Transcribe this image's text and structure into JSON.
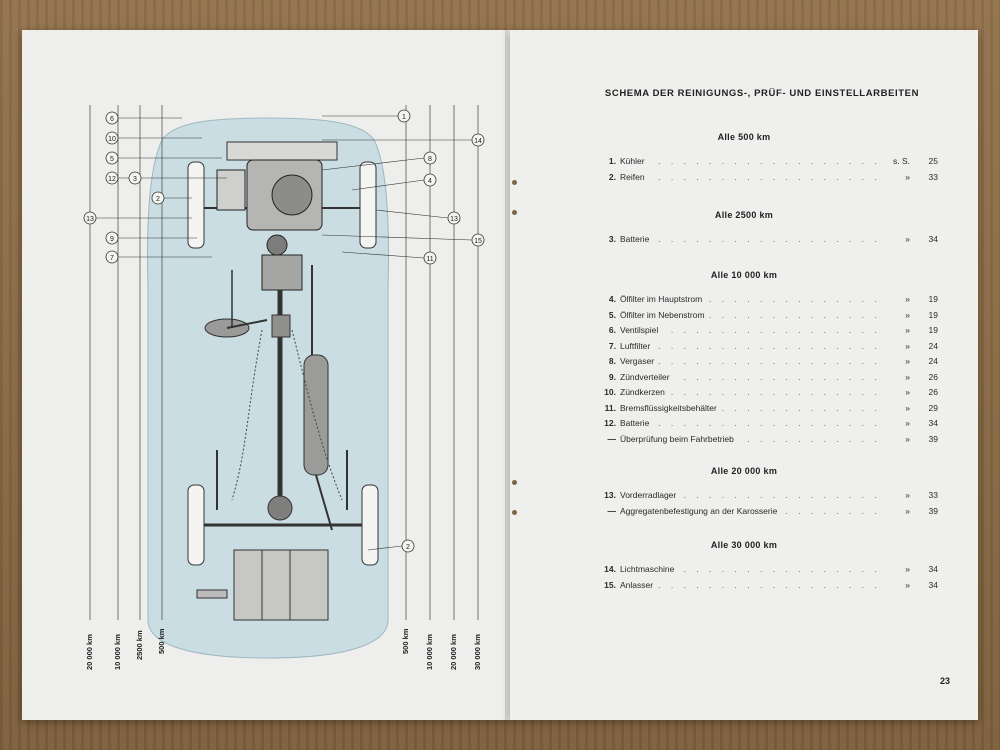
{
  "left_page": {
    "left_scale_labels": [
      "20 000 km",
      "10 000 km",
      "2500 km",
      "500 km"
    ],
    "right_scale_labels": [
      "500 km",
      "10 000 km",
      "20 000 km",
      "30 000 km"
    ],
    "left_callouts": [
      "6",
      "10",
      "5",
      "12",
      "3",
      "2",
      "13",
      "9",
      "7"
    ],
    "right_callouts": [
      "1",
      "14",
      "8",
      "4",
      "13",
      "15",
      "11",
      "2"
    ]
  },
  "right_page": {
    "title": "SCHEMA DER REINIGUNGS-, PRÜF- UND EINSTELLARBEITEN",
    "sections": [
      {
        "heading": "Alle 500 km",
        "items": [
          {
            "num": "1.",
            "label": "Kühler",
            "ref": "s. S.",
            "page": "25"
          },
          {
            "num": "2.",
            "label": "Reifen",
            "ref": "»",
            "page": "33"
          }
        ]
      },
      {
        "heading": "Alle 2500 km",
        "items": [
          {
            "num": "3.",
            "label": "Batterie",
            "ref": "»",
            "page": "34"
          }
        ]
      },
      {
        "heading": "Alle 10 000 km",
        "items": [
          {
            "num": "4.",
            "label": "Ölfilter im Hauptstrom",
            "ref": "»",
            "page": "19"
          },
          {
            "num": "5.",
            "label": "Ölfilter im Nebenstrom",
            "ref": "»",
            "page": "19"
          },
          {
            "num": "6.",
            "label": "Ventilspiel",
            "ref": "»",
            "page": "19"
          },
          {
            "num": "7.",
            "label": "Luftfilter",
            "ref": "»",
            "page": "24"
          },
          {
            "num": "8.",
            "label": "Vergaser",
            "ref": "»",
            "page": "24"
          },
          {
            "num": "9.",
            "label": "Zündverteiler",
            "ref": "»",
            "page": "26"
          },
          {
            "num": "10.",
            "label": "Zündkerzen",
            "ref": "»",
            "page": "26"
          },
          {
            "num": "11.",
            "label": "Bremsflüssigkeitsbehälter",
            "ref": "»",
            "page": "29"
          },
          {
            "num": "12.",
            "label": "Batterie",
            "ref": "»",
            "page": "34"
          },
          {
            "num": "—",
            "label": "Überprüfung beim Fahrbetrieb",
            "ref": "»",
            "page": "39"
          }
        ]
      },
      {
        "heading": "Alle 20 000 km",
        "items": [
          {
            "num": "13.",
            "label": "Vorderradlager",
            "ref": "»",
            "page": "33"
          },
          {
            "num": "—",
            "label": "Aggregatenbefestigung an der Karosserie",
            "ref": "»",
            "page": "39"
          }
        ]
      },
      {
        "heading": "Alle 30 000 km",
        "items": [
          {
            "num": "14.",
            "label": "Lichtmaschine",
            "ref": "»",
            "page": "34"
          },
          {
            "num": "15.",
            "label": "Anlasser",
            "ref": "»",
            "page": "34"
          }
        ]
      }
    ],
    "page_number": "23"
  },
  "colors": {
    "body_tint": "#c9dde3",
    "ink": "#222222",
    "paper": "#efefed"
  }
}
